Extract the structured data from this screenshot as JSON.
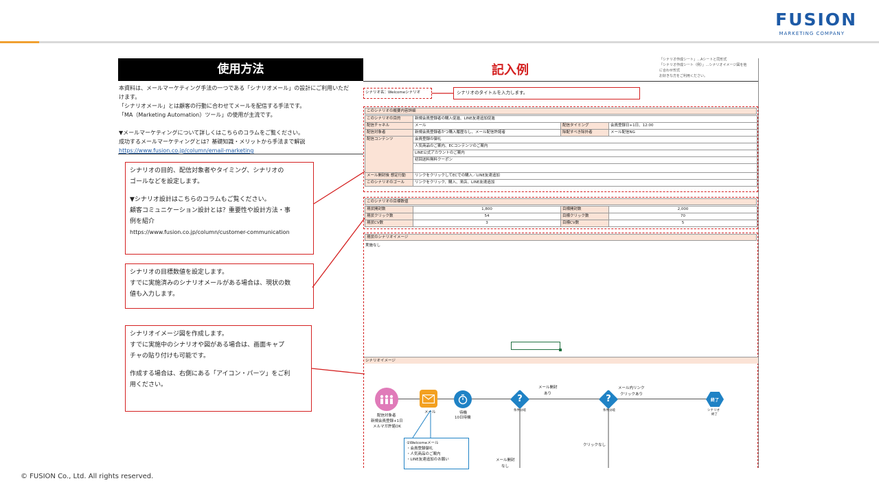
{
  "header": {
    "logo_main": "FUSION",
    "logo_sub": "MARKETING COMPANY",
    "brand_color": "#1d5aa6",
    "accent_color": "#f0a030"
  },
  "footer": {
    "copyright": "© FUSION Co., Ltd. All rights reserved."
  },
  "left": {
    "title": "使用方法",
    "intro_lines": [
      "本資料は、メールマーケティング手法の一つである「シナリオメール」の設計にご利用いただ",
      "けます。",
      "「シナリオメール」とは顧客の行動に合わせてメールを配信する手法です。",
      "「MA（Marketing Automation）ツール」の使用が主流です。",
      "▼メールマーケティングについて詳しくはこちらのコラムをご覧ください。",
      "成功するメールマーケティングとは？基礎知識・メリットから手法まで解説",
      "https://www.fusion.co.jp/column/email-marketing"
    ],
    "callout1": {
      "lines": [
        "シナリオの目的、配信対象者やタイミング、シナリオの",
        "ゴールなどを設定します。",
        "▼シナリオ設計はこちらのコラムもご覧ください。",
        "顧客コミュニケーション設計とは？重要性や設計方法・事",
        "例を紹介",
        "https://www.fusion.co.jp/column/customer-communication"
      ]
    },
    "callout2": {
      "lines": [
        "シナリオの目標数値を設定します。",
        "すでに実施済みのシナリオメールがある場合は、現状の数",
        "値も入力します。"
      ]
    },
    "callout3": {
      "lines": [
        "シナリオイメージ図を作成します。",
        "すでに実施中のシナリオや図がある場合は、画面キャプ",
        "チャの貼り付けも可能です。",
        "作成する場合は、右側にある「アイコン・パーツ」をご利",
        "用ください。"
      ]
    }
  },
  "right": {
    "title": "記入例",
    "notes": [
      "「シナリオ作成シート」…Aシートと同形式",
      "「シナリオ作成シート（例）」…シナリオイメージ図を他",
      "に合わせ形式",
      "お好きな方をご利用ください。"
    ],
    "scenario_name": "シナリオ名：Welcomeシナリオ",
    "scenario_title_hint": "シナリオのタイトルを入力します。",
    "section1": {
      "header": "このシナリオの概要内容詳細",
      "purpose_label": "このシナリオの目的",
      "purpose_value": "新規会員登録者の購入促進、LINE友達追加促進",
      "channel_label": "配信チャネル",
      "channel_value": "メール",
      "timing_label": "配信タイミング",
      "timing_value": "会員登録日+1日、12:00",
      "target_label": "配信対象者",
      "target_value": "新規会員登録者かつ購入履歴なし、メール配信許諾者",
      "exclude_label": "除配すべき除外者",
      "exclude_value": "メール配信NG",
      "content_label": "配信コンテンツ",
      "content_values": [
        "会員登録の御礼",
        "人気商品のご案内、ECコンテンツのご案内",
        "LINE公式アカウントのご案内",
        "初回送料無料クーポン"
      ],
      "action_label": "メール開封後 想定行動",
      "action_value": "リンクをクリックしてECでの購入／LINE友達追加",
      "goal_label": "このシナリオのゴール",
      "goal_value": "リンクをクリック、購入、来店、LINE友達追加"
    },
    "section2": {
      "header": "このシナリオの目標数値",
      "rows": [
        {
          "l1": "現状開封数",
          "v1": "1,800",
          "l2": "目標開封数",
          "v2": "2,000"
        },
        {
          "l1": "現状クリック数",
          "v1": "54",
          "l2": "目標クリック数",
          "v2": "70"
        },
        {
          "l1": "現状CV数",
          "v1": "3",
          "l2": "目標CV数",
          "v2": "5"
        }
      ]
    },
    "section3": {
      "header": "現状のシナリオイメージ",
      "value": "実施なし"
    },
    "scenario_image_header": "シナリオイメージ",
    "flow": {
      "n1_label1": "配信対象者",
      "n1_label2": "新規会員登録+1日",
      "n1_label3": "メルマガ許諾OK",
      "n2_label": "メール",
      "n3_label1": "待機",
      "n3_label2": "10日待機",
      "q1_top1": "メール開封",
      "q1_top2": "あり",
      "q1_bottom": "条件分岐",
      "q2_top1": "メール内リンク",
      "q2_top2": "クリックあり",
      "q2_bottom": "条件分岐",
      "end_label": "終了",
      "end_sub1": "シナリオ",
      "end_sub2": "終了",
      "no_open1": "メール開封",
      "no_open2": "なし",
      "no_click": "クリックなし",
      "mail_title": "①Welcomeメール",
      "mail_items": [
        "・会員登録御礼",
        "・人気商品のご案内",
        "・LINE友達追加のお願い"
      ]
    }
  }
}
